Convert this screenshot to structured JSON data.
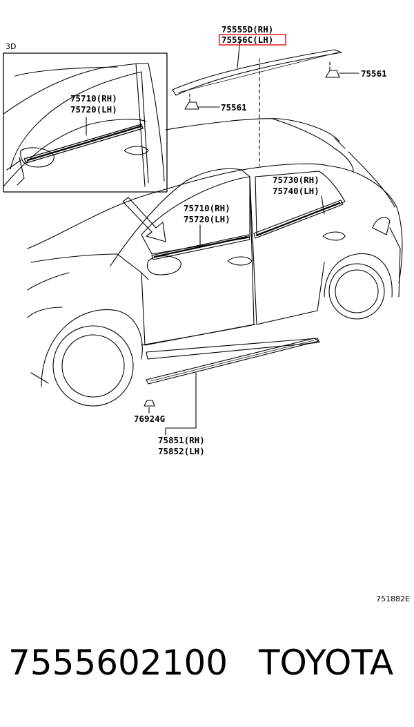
{
  "inset_label": "3D",
  "callouts": {
    "roof_rh": "75555D(RH)",
    "roof_lh": "75556C(LH)",
    "clip_right": "75561",
    "clip_left": "75561",
    "inset_front_rh": "75710(RH)",
    "inset_front_lh": "75720(LH)",
    "front_rh": "75710(RH)",
    "front_lh": "75720(LH)",
    "rear_rh": "75730(RH)",
    "rear_lh": "75740(LH)",
    "rocker_clip": "76924G",
    "rocker_rh": "75851(RH)",
    "rocker_lh": "75852(LH)"
  },
  "diagram_code": "751882E",
  "footer": {
    "part_number": "7555602100",
    "brand": "TOYOTA"
  },
  "highlight_color": "#e8202a"
}
